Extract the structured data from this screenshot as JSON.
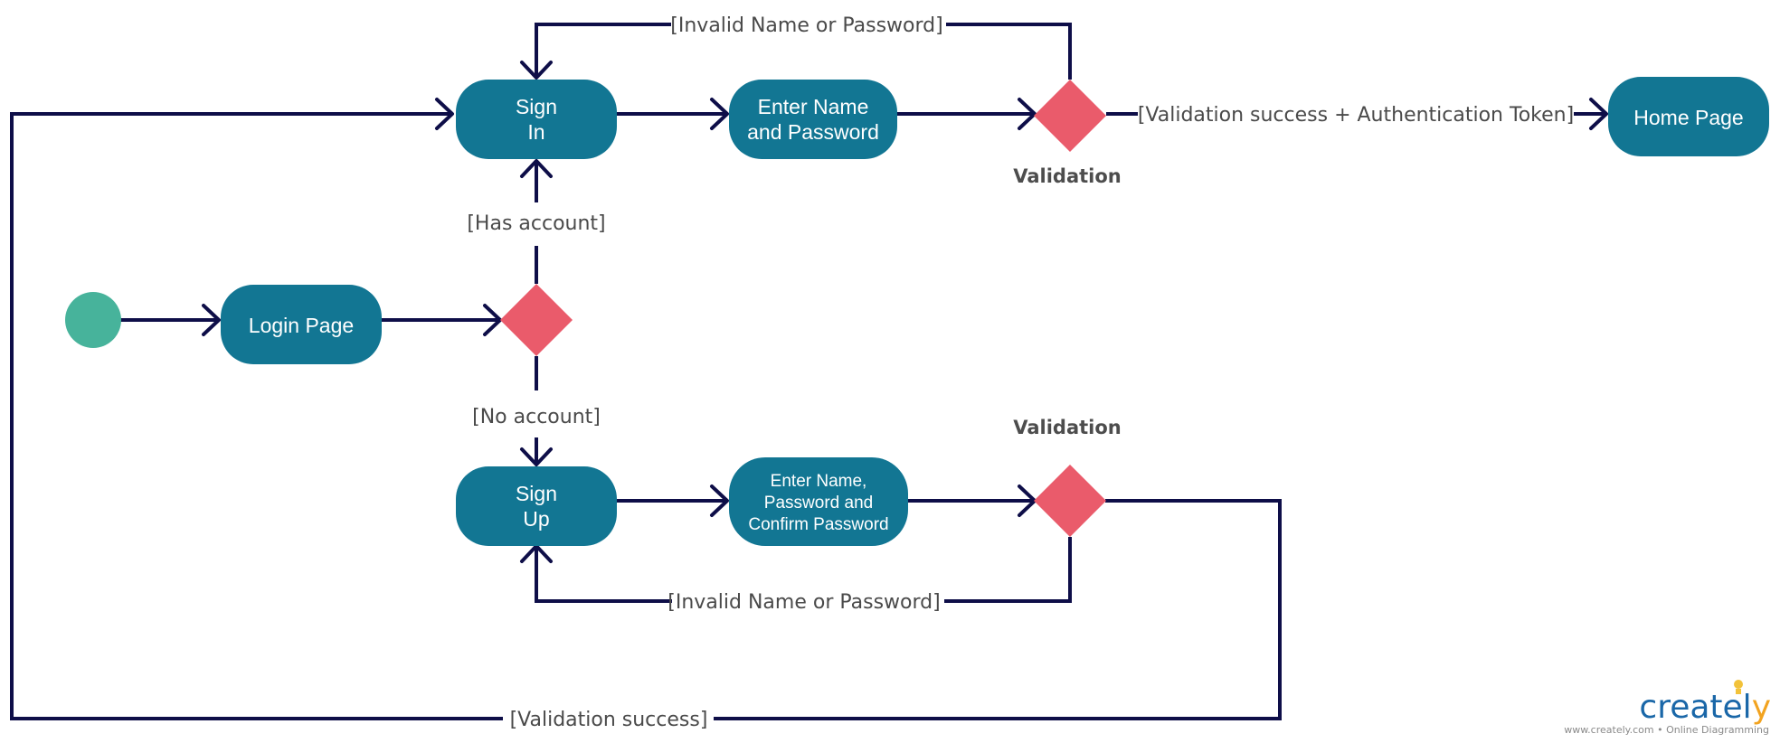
{
  "nodes": {
    "login_page": "Login Page",
    "sign_in_line1": "Sign",
    "sign_in_line2": "In",
    "enter_name_line1": "Enter Name",
    "enter_name_line2": "and Password",
    "home_page": "Home Page",
    "sign_up_line1": "Sign",
    "sign_up_line2": "Up",
    "confirm_line1": "Enter Name,",
    "confirm_line2": "Password and",
    "confirm_line3": "Confirm Password"
  },
  "guards": {
    "invalid_top": "[Invalid Name or Password]",
    "validation_token": "[Validation success + Authentication Token]",
    "has_account": "[Has account]",
    "no_account": "[No account]",
    "invalid_bottom": "[Invalid Name or Password]",
    "validation_success": "[Validation success]"
  },
  "labels": {
    "validation_top": "Validation",
    "validation_bottom": "Validation"
  },
  "branding": {
    "logo_main": "createl",
    "logo_tail": "y",
    "tagline": "www.creately.com • Online Diagramming"
  },
  "colors": {
    "action_node": "#127693",
    "decision_node": "#ea5b6b",
    "start_node": "#47b39b",
    "edge": "#0e0e48"
  }
}
